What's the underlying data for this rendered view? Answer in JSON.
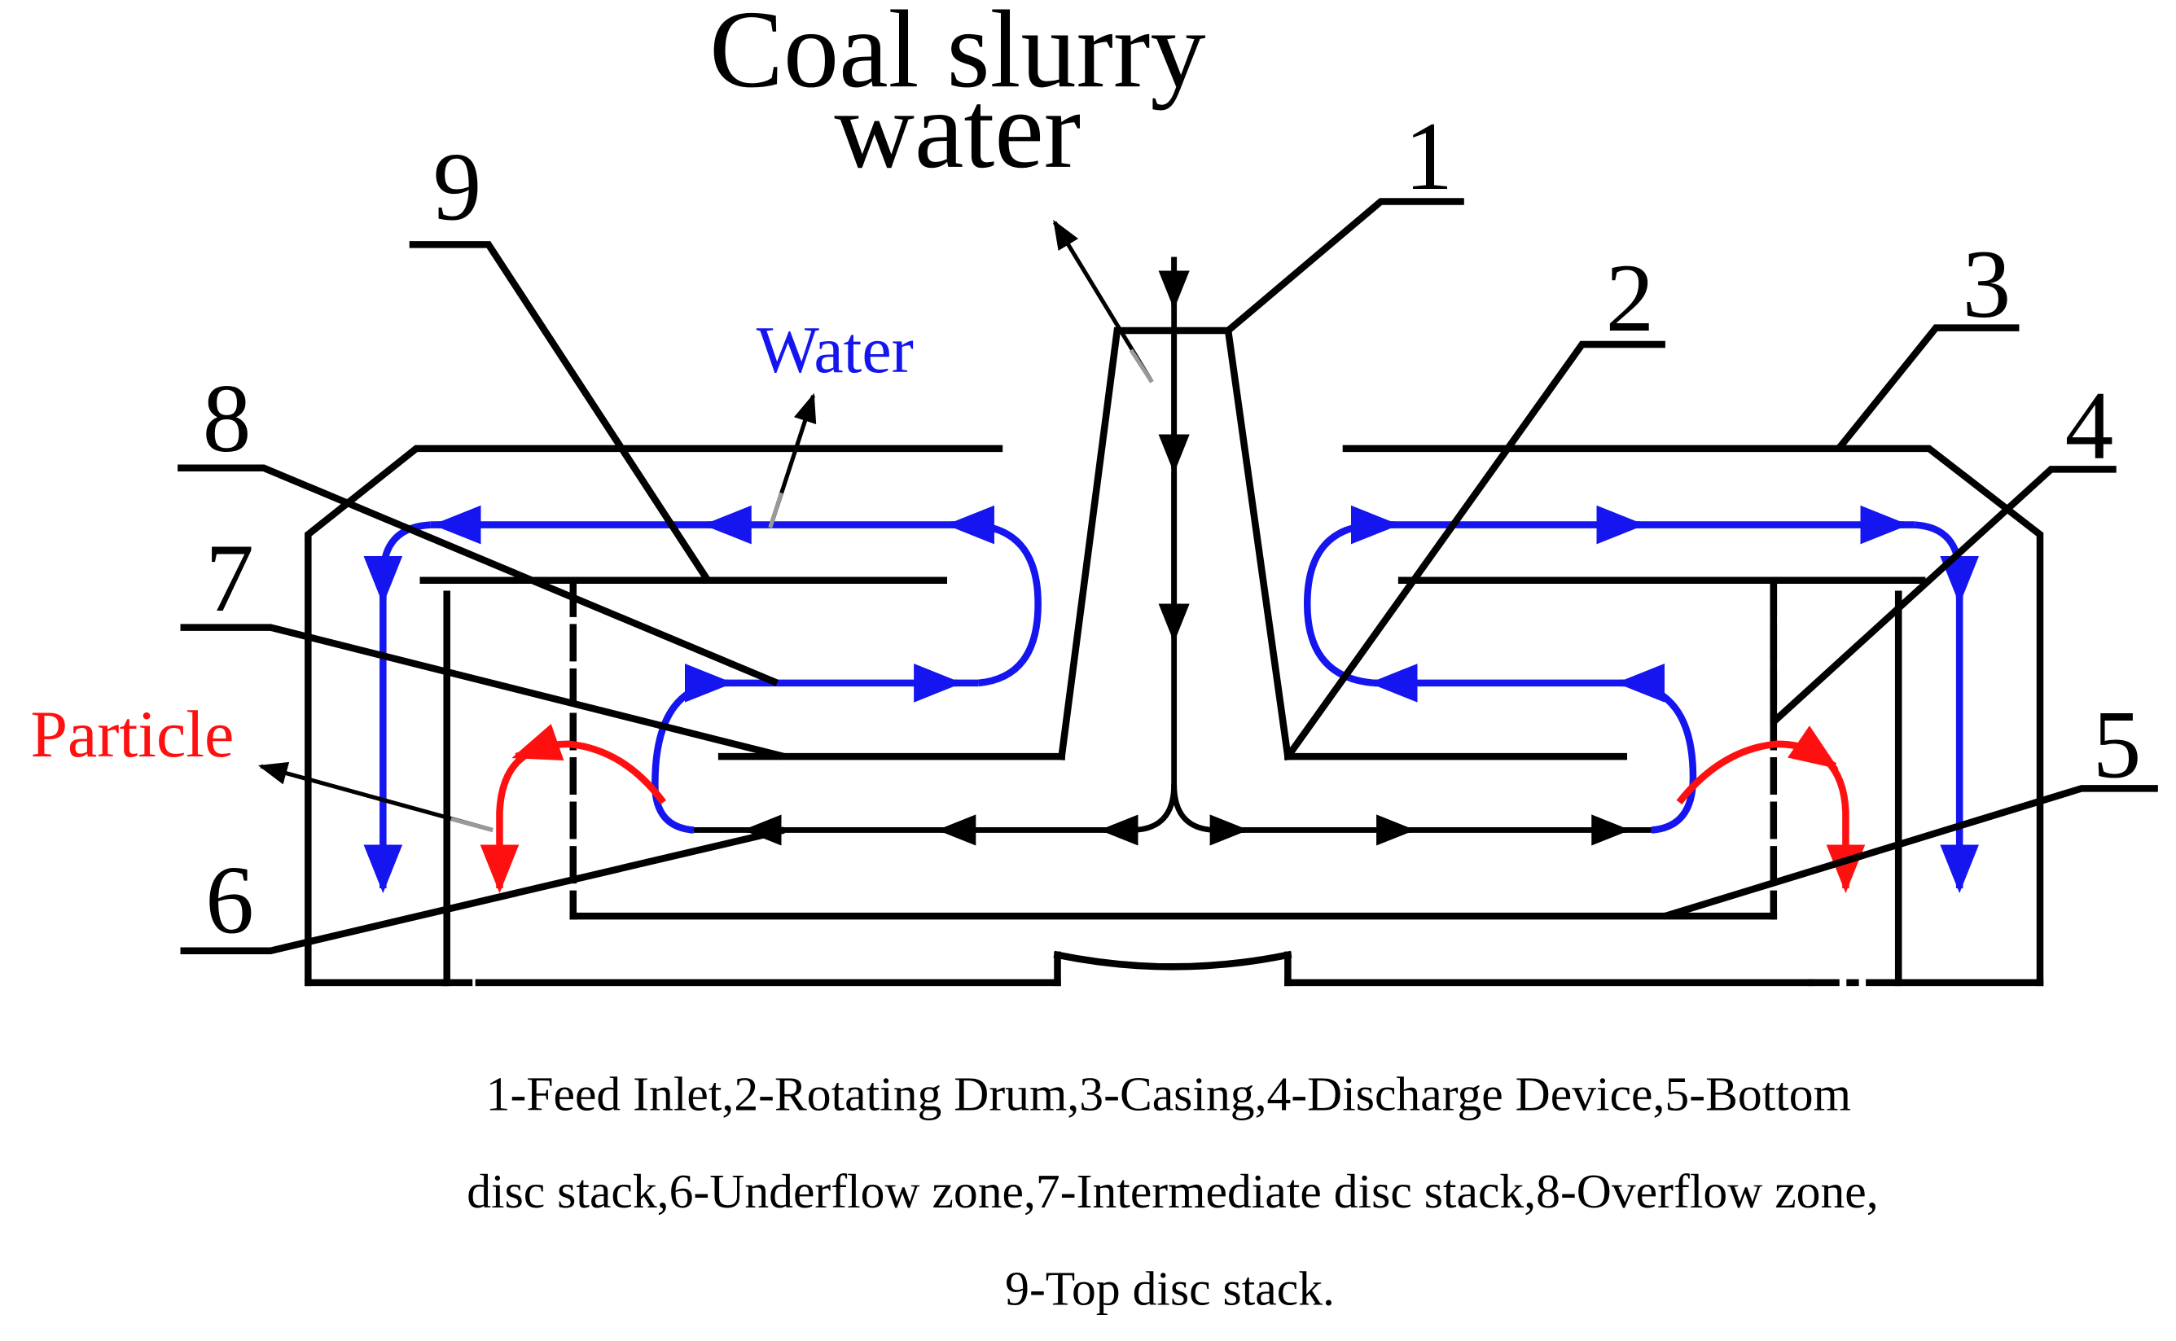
{
  "title": {
    "line1": "Coal slurry",
    "line2": "water"
  },
  "flow_labels": {
    "water": "Water",
    "particle": "Particle"
  },
  "part_numbers": [
    "1",
    "2",
    "3",
    "4",
    "5",
    "6",
    "7",
    "8",
    "9"
  ],
  "caption": {
    "line1": "1-Feed Inlet,2-Rotating Drum,3-Casing,4-Discharge Device,5-Bottom",
    "line2": "disc stack,6-Underflow zone,7-Intermediate disc stack,8-Overflow zone,",
    "line3": "9-Top disc stack."
  },
  "colors": {
    "water": "#1515f0",
    "particle": "#ff1010",
    "structure": "#000000"
  }
}
